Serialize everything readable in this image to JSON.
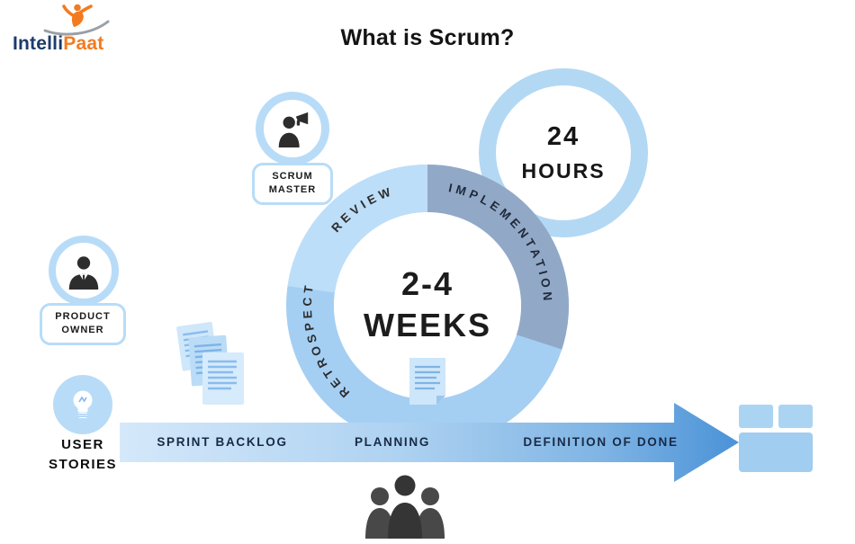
{
  "title": "What is Scrum?",
  "logo": {
    "intelli": "Intelli",
    "paat": "Paat"
  },
  "sprint_cycle": {
    "center_line1": "2-4",
    "center_line2": "WEEKS",
    "labels": {
      "retrospect": "RETROSPECT",
      "review": "REVIEW",
      "implementation": "IMPLEMENTATION"
    }
  },
  "daily_cycle": {
    "value": "24",
    "unit": "HOURS"
  },
  "roles": {
    "scrum_master": {
      "line1": "SCRUM",
      "line2": "MASTER"
    },
    "product_owner": {
      "line1": "PRODUCT",
      "line2": "OWNER"
    },
    "user_stories": {
      "line1": "USER",
      "line2": "STORIES"
    }
  },
  "flow": {
    "sprint_backlog": "SPRINT BACKLOG",
    "planning": "PLANNING",
    "definition_of_done": "DEFINITION OF DONE"
  },
  "icons": {
    "logo_figure": "person-jump-icon",
    "scrum_master": "person-megaphone-icon",
    "product_owner": "person-tie-icon",
    "user_stories": "lightbulb-icon",
    "backlog_docs": "document-stack-icon",
    "planning_doc": "document-icon",
    "team": "people-group-icon",
    "deliverable": "package-box-icon"
  },
  "colors": {
    "ring_light_blue": "#a4cff3",
    "ring_review_blue": "#bddef8",
    "ring_slate": "#92a8c7",
    "accent_border": "#b8dcf7",
    "arrow_start": "#d4e8fa",
    "arrow_end": "#4a92d7",
    "brand_orange": "#f47a20",
    "brand_navy": "#1b3c6b",
    "text_dark": "#1d1d1d"
  }
}
